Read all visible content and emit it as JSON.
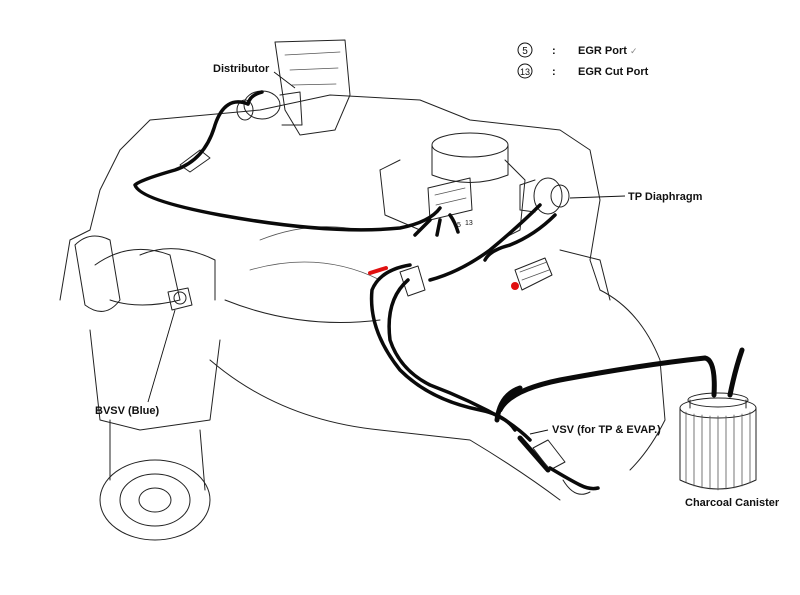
{
  "legend": {
    "items": [
      {
        "number": "5",
        "separator": ":",
        "text": "EGR Port",
        "mark": "✓"
      },
      {
        "number": "13",
        "separator": ":",
        "text": "EGR Cut Port"
      }
    ]
  },
  "labels": {
    "distributor": "Distributor",
    "tp_diaphragm": "TP Diaphragm",
    "bvsv": "BVSV (Blue)",
    "vsv": "VSV (for TP & EVAP.)",
    "charcoal_canister": "Charcoal Canister",
    "port_5": "5",
    "port_13": "13"
  },
  "colors": {
    "hose": "#0a0a0a",
    "line_art": "#222222",
    "highlight": "#e01010"
  }
}
